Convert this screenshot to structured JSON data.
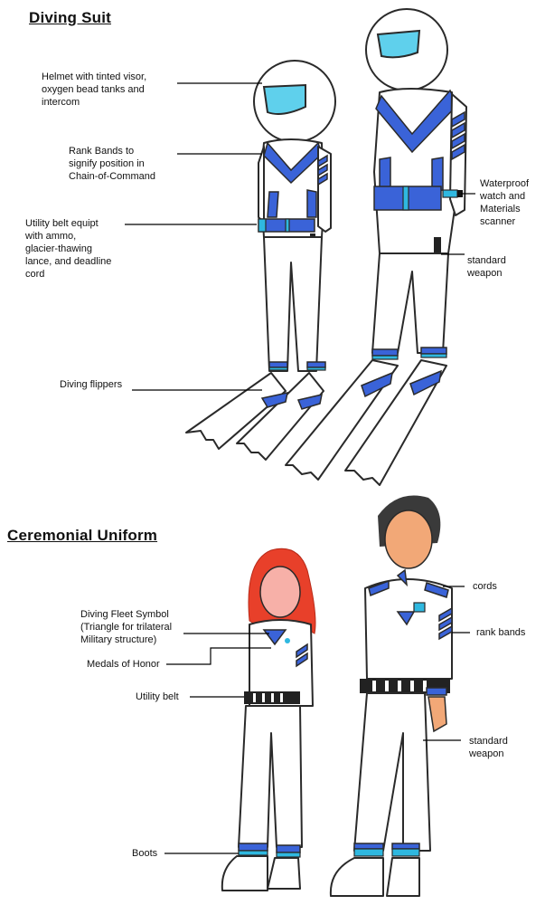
{
  "sections": {
    "diving_suit": {
      "title": "Diving Suit",
      "labels": {
        "helmet": "Helmet with tinted visor,\noxygen bead tanks and\nintercom",
        "rank_bands": "Rank Bands to\nsignify position in\nChain-of-Command",
        "utility_belt": "Utility belt equipt\nwith ammo,\nglacier-thawing\nlance, and deadline\ncord",
        "watch": "Waterproof\nwatch and\nMaterials\nscanner",
        "weapon": "standard\nweapon",
        "flippers": "Diving flippers"
      }
    },
    "ceremonial_uniform": {
      "title": "Ceremonial Uniform",
      "labels": {
        "fleet_symbol": "Diving Fleet Symbol\n(Triangle for trilateral\nMilitary structure)",
        "medals": "Medals of Honor",
        "utility_belt": "Utility belt",
        "boots": "Boots",
        "cords": "cords",
        "rank_bands": "rank bands",
        "weapon": "standard\nweapon"
      }
    }
  },
  "colors": {
    "suit_blue": "#3a63d8",
    "visor_cyan": "#5fd0ec",
    "accent_cyan": "#2fb8e0",
    "hair_red": "#e8402a",
    "hair_dark": "#3a3a3a",
    "skin": "#f2a877"
  }
}
